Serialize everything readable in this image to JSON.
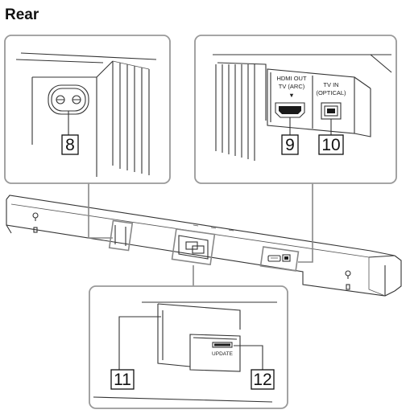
{
  "heading": "Rear",
  "callouts": {
    "ac_inlet": "8",
    "hdmi_out": "9",
    "tv_in_optical": "10",
    "cover_area": "11",
    "update_port": "12"
  },
  "port_labels": {
    "hdmi_out_line1": "HDMI OUT",
    "hdmi_out_line2": "TV (ARC)",
    "hdmi_arrow": "▼",
    "tv_in_line1": "TV IN",
    "tv_in_line2": "(OPTICAL)",
    "update": "UPDATE"
  }
}
